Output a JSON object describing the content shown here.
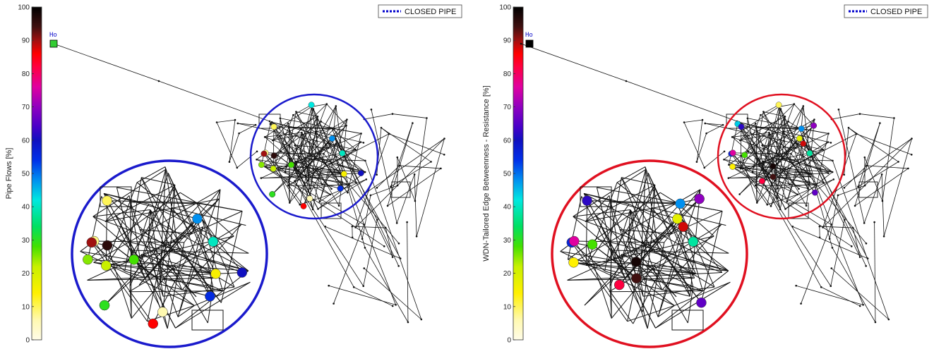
{
  "chart_data": [
    {
      "type": "heatmap",
      "panel": "left",
      "colorbar_label": "Pipe Flows [%]",
      "colorbar_ticks": [
        0,
        10,
        20,
        30,
        40,
        50,
        60,
        70,
        80,
        90,
        100
      ],
      "clim": [
        0,
        100
      ],
      "legend": {
        "label": "CLOSED PIPE",
        "position": "top-right",
        "line_color": "#0000cc"
      },
      "source_label": "Ho",
      "zoom_circle_color": "#1a1acc",
      "node_values": [
        8,
        35,
        12,
        22,
        18,
        28,
        10,
        40,
        25,
        6,
        15,
        30,
        42,
        55,
        48,
        60,
        65,
        90,
        86,
        96
      ]
    },
    {
      "type": "heatmap",
      "panel": "right",
      "colorbar_label": "WDN-Tailored Edge Betweenness - Resistance [%]",
      "colorbar_ticks": [
        0,
        10,
        20,
        30,
        40,
        50,
        60,
        70,
        80,
        90,
        100
      ],
      "clim": [
        0,
        100
      ],
      "legend": {
        "label": "CLOSED PIPE",
        "position": "top-right",
        "line_color": "#0000cc"
      },
      "source_label": "Ho",
      "zoom_circle_color": "#e01020",
      "node_values": [
        6,
        10,
        14,
        18,
        22,
        28,
        34,
        38,
        44,
        48,
        52,
        56,
        62,
        66,
        70,
        76,
        82,
        88,
        94,
        98
      ]
    }
  ]
}
